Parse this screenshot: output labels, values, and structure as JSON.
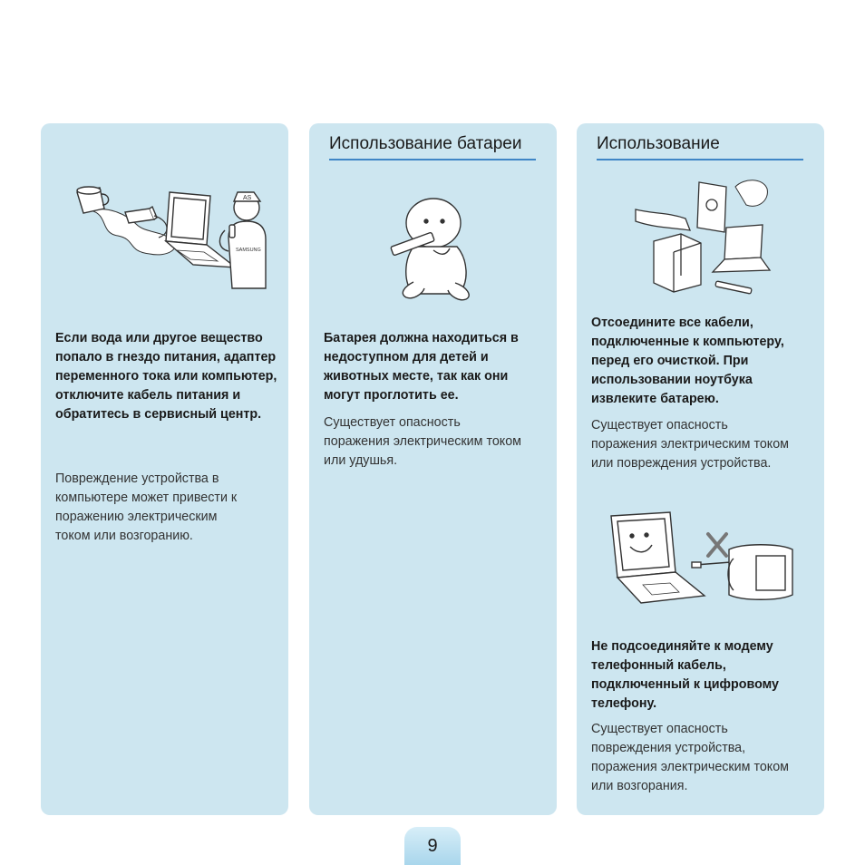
{
  "panels": [
    {
      "title": "",
      "warning": "Если вода или другое вещество попало в гнездо питания, адаптер переменного тока или компьютер, отключите кабель питания и обратитесь в сервисный центр.",
      "note": "Повреждение устройства в компьютере может привести к поражению электрическим током или возгоранию.",
      "illustration": {
        "technician_cap": "AS",
        "technician_shirt": "SAMSUNG"
      }
    },
    {
      "title": "Использование батареи",
      "warning": "Батарея должна находиться в недоступном для детей и животных месте, так как они могут проглотить ее.",
      "note": "Существует опасность поражения электрическим током или удушья."
    },
    {
      "title": "Использование",
      "warning": "Отсоедините все кабели, подключенные к компьютеру, перед его очисткой. При использовании ноутбука извлеките батарею.",
      "note": "Существует опасность поражения электрическим током или повреждения устройства.",
      "warning2": "Не подсоединяйте к модему телефонный кабель, подключенный к цифровому телефону.",
      "note2": "Существует опасность повреждения устройства, поражения электрическим током или возгорания."
    }
  ],
  "page_number": "9"
}
